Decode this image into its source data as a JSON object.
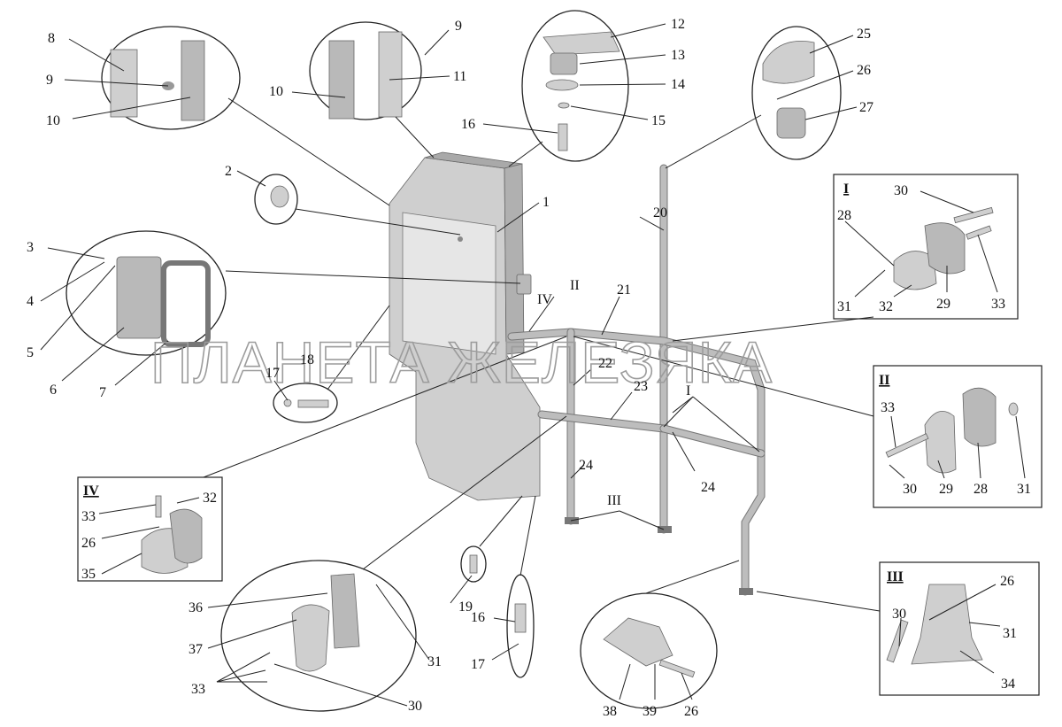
{
  "watermark": "ПЛАНЕТА ЖЕЛЕЗЯКА",
  "numbers": {
    "n1": "1",
    "n2": "2",
    "n3": "3",
    "n4": "4",
    "n5": "5",
    "n6": "6",
    "n7": "7",
    "n8": "8",
    "n9": "9",
    "n10": "10",
    "n11": "11",
    "n12": "12",
    "n13": "13",
    "n14": "14",
    "n15": "15",
    "n16": "16",
    "n17": "17",
    "n18": "18",
    "n19": "19",
    "n20": "20",
    "n21": "21",
    "n22": "22",
    "n23": "23",
    "n24": "24",
    "n25": "25",
    "n26": "26",
    "n27": "27",
    "n28": "28",
    "n29": "29",
    "n30": "30",
    "n31": "31",
    "n32": "32",
    "n33": "33",
    "n34": "34",
    "n35": "35",
    "n36": "36",
    "n37": "37",
    "n38": "38",
    "n39": "39"
  },
  "views": {
    "v1": "I",
    "v2": "II",
    "v3": "III",
    "v4": "IV"
  }
}
